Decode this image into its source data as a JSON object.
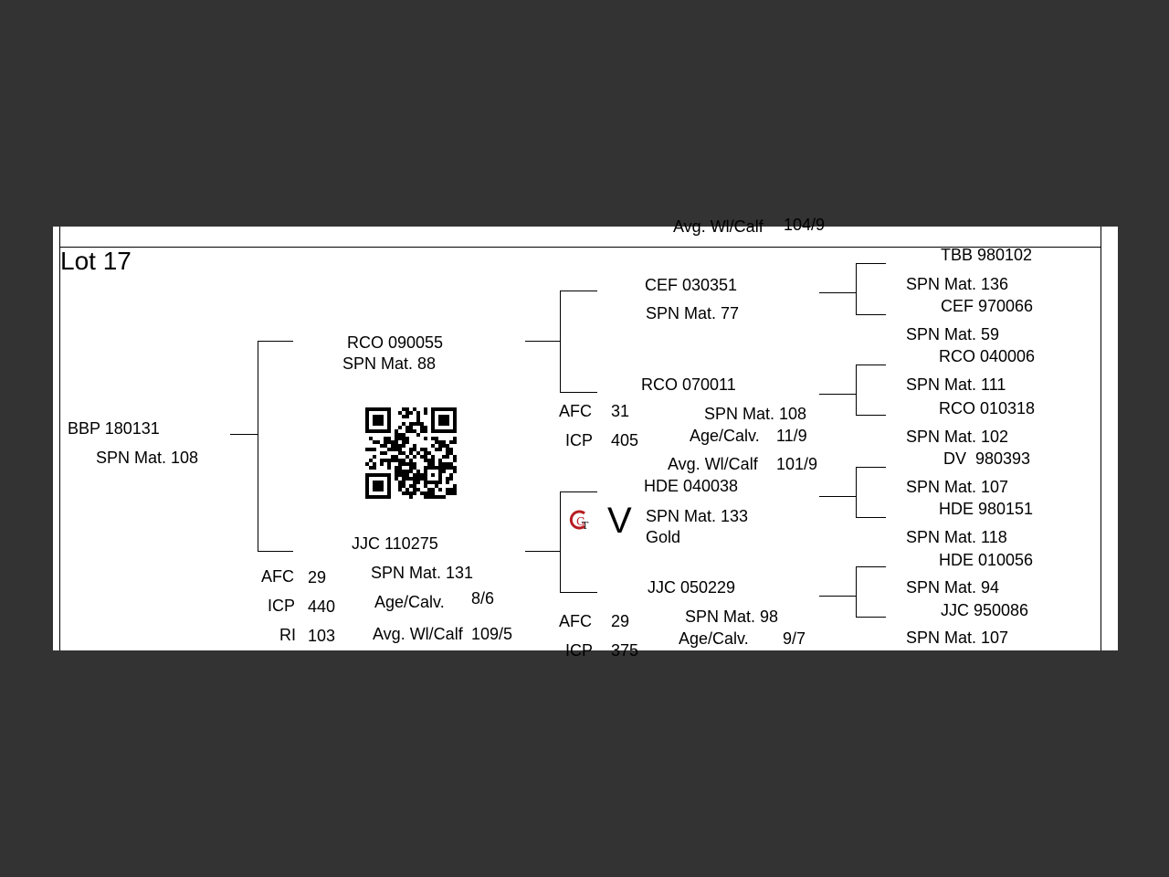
{
  "prev_footer": {
    "label": "Avg. Wl/Calf",
    "value": "104/9"
  },
  "lot_title": "Lot 17",
  "animal": {
    "id": "BBP 180131",
    "spn": "SPN Mat. 108"
  },
  "sire": {
    "id": "RCO 090055",
    "spn": "SPN Mat. 88"
  },
  "dam": {
    "id": "JJC 110275",
    "spn": "SPN Mat. 131",
    "afc_label": "AFC",
    "afc": "29",
    "icp_label": "ICP",
    "icp": "440",
    "ri_label": "RI",
    "ri": "103",
    "age_label": "Age/Calv.",
    "age": "8/6",
    "avg_label": "Avg. Wl/Calf",
    "avg": "109/5"
  },
  "ss": {
    "id": "CEF 030351",
    "spn": "SPN Mat. 77"
  },
  "sd": {
    "id": "RCO 070011",
    "spn": "SPN Mat. 108",
    "afc_label": "AFC",
    "afc": "31",
    "icp_label": "ICP",
    "icp": "405",
    "age_label": "Age/Calv.",
    "age": "11/9",
    "avg_label": "Avg. Wl/Calf",
    "avg": "101/9"
  },
  "ds": {
    "id": "HDE 040038",
    "spn": "SPN Mat. 133",
    "badge": "Gold",
    "mark": "V"
  },
  "dd": {
    "id": "JJC 050229",
    "spn": "SPN Mat. 98",
    "afc_label": "AFC",
    "afc": "29",
    "icp_label": "ICP",
    "icp": "375",
    "age_label": "Age/Calv.",
    "age": "9/7"
  },
  "ggp": [
    {
      "id": "TBB 980102",
      "spn": "SPN Mat. 136"
    },
    {
      "id": "CEF 970066",
      "spn": "SPN Mat. 59"
    },
    {
      "id": "RCO 040006",
      "spn": "SPN Mat. 111"
    },
    {
      "id": "RCO 010318",
      "spn": "SPN Mat. 102"
    },
    {
      "id": "DV  980393",
      "spn": "SPN Mat. 107"
    },
    {
      "id": "HDE 980151",
      "spn": "SPN Mat. 118"
    },
    {
      "id": "HDE 010056",
      "spn": "SPN Mat. 94"
    },
    {
      "id": "JJC 950086",
      "spn": "SPN Mat. 107"
    }
  ],
  "icons": {
    "qr": "qr-code-icon",
    "logo": "gt-logo-icon"
  }
}
